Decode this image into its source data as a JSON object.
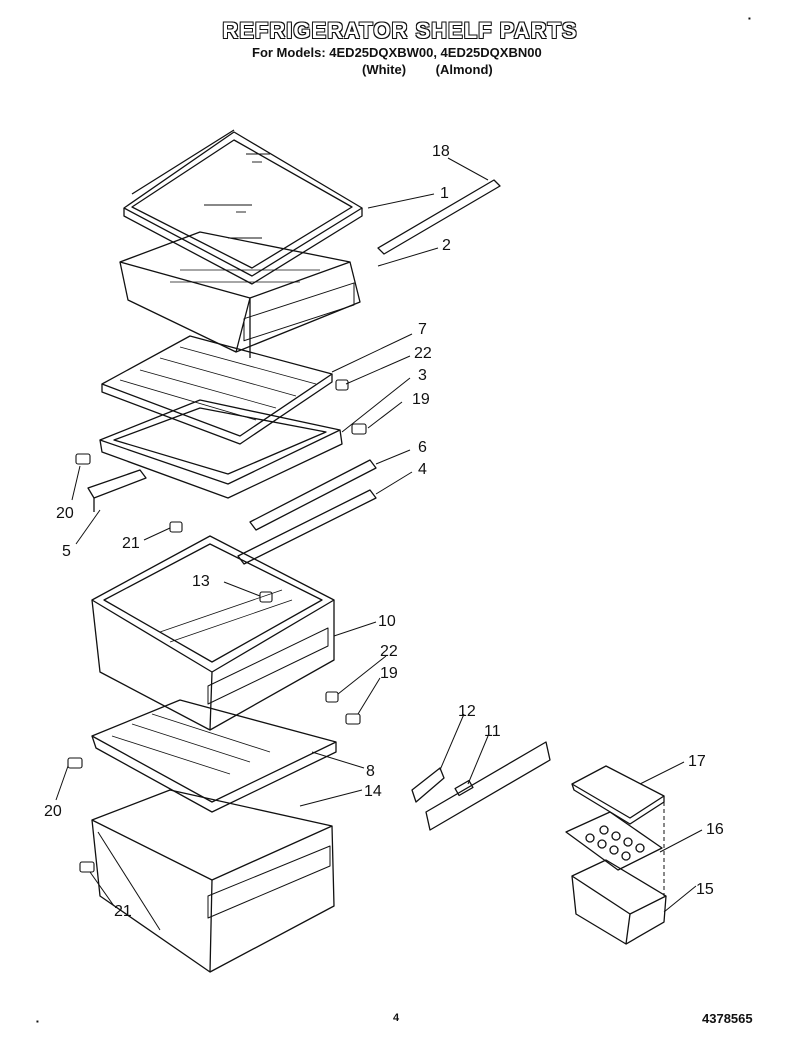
{
  "header": {
    "title": "REFRIGERATOR SHELF PARTS",
    "models": "For Models: 4ED25DQXBW00, 4ED25DQXBN00",
    "variant_white": "(White)",
    "variant_almond": "(Almond)"
  },
  "callouts": {
    "c18": "18",
    "c1": "1",
    "c2": "2",
    "c7": "7",
    "c22a": "22",
    "c3": "3",
    "c19a": "19",
    "c6": "6",
    "c4": "4",
    "c20a": "20",
    "c5": "5",
    "c21a": "21",
    "c13": "13",
    "c10": "10",
    "c22b": "22",
    "c19b": "19",
    "c12": "12",
    "c11": "11",
    "c17": "17",
    "c8": "8",
    "c20b": "20",
    "c14": "14",
    "c16": "16",
    "c15": "15",
    "c21b": "21"
  },
  "footer": {
    "page": "4",
    "code": "4378565"
  }
}
